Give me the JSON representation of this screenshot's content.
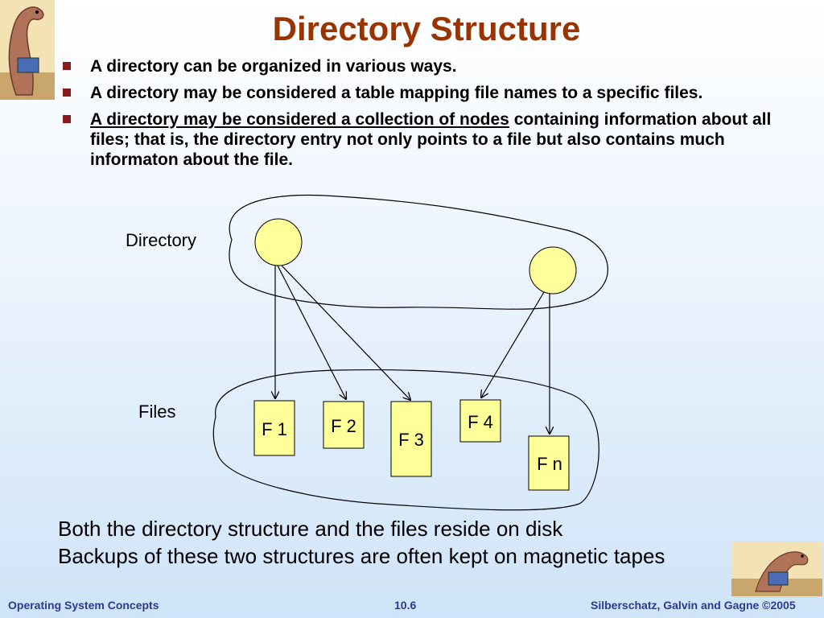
{
  "title": "Directory Structure",
  "bullets": [
    {
      "text": "A directory can be organized in various ways."
    },
    {
      "text": "A directory may be considered a table mapping file names to a specific files."
    },
    {
      "underlined": "A directory may be considered a collection of nodes",
      "rest": " containing information about all files;  that is, the directory entry not only points to a file but also contains much informaton about the file."
    }
  ],
  "diagram": {
    "directory_label": "Directory",
    "files_label": "Files",
    "files": [
      "F 1",
      "F 2",
      "F 3",
      "F 4",
      "F n"
    ],
    "node_color": "#ffff99",
    "file_color": "#ffff99"
  },
  "notes": [
    "Both the directory structure and the files reside on disk",
    "Backups of these two structures are often kept on magnetic tapes"
  ],
  "footer": {
    "left": "Operating System Concepts",
    "center": "10.6",
    "right": "Silberschatz, Galvin and Gagne ©2005"
  },
  "colors": {
    "title": "#993300",
    "bullet": "#8b1a1a",
    "footer": "#2b3a8a"
  },
  "icons": [
    "dinosaur-logo-icon",
    "dinosaur-laptop-logo-icon"
  ]
}
